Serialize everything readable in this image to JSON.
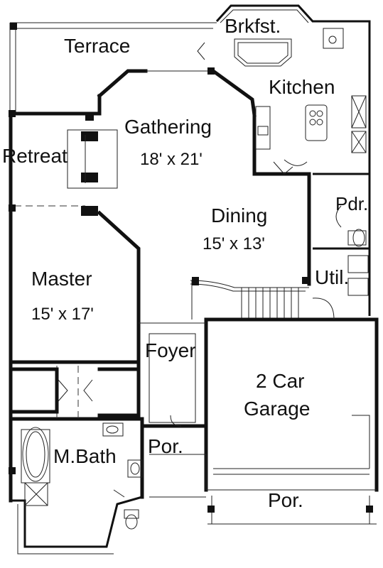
{
  "rooms": {
    "terrace": "Terrace",
    "brkfst": "Brkfst.",
    "kitchen": "Kitchen",
    "gathering": "Gathering",
    "gathering_size": "18' x 21'",
    "retreat": "Retreat",
    "dining": "Dining",
    "dining_size": "15' x 13'",
    "pdr": "Pdr.",
    "util": "Util.",
    "master": "Master",
    "master_size": "15' x 17'",
    "foyer": "Foyer",
    "garage_line1": "2 Car",
    "garage_line2": "Garage",
    "por_front": "Por.",
    "mbath": "M.Bath",
    "por_garage": "Por."
  }
}
